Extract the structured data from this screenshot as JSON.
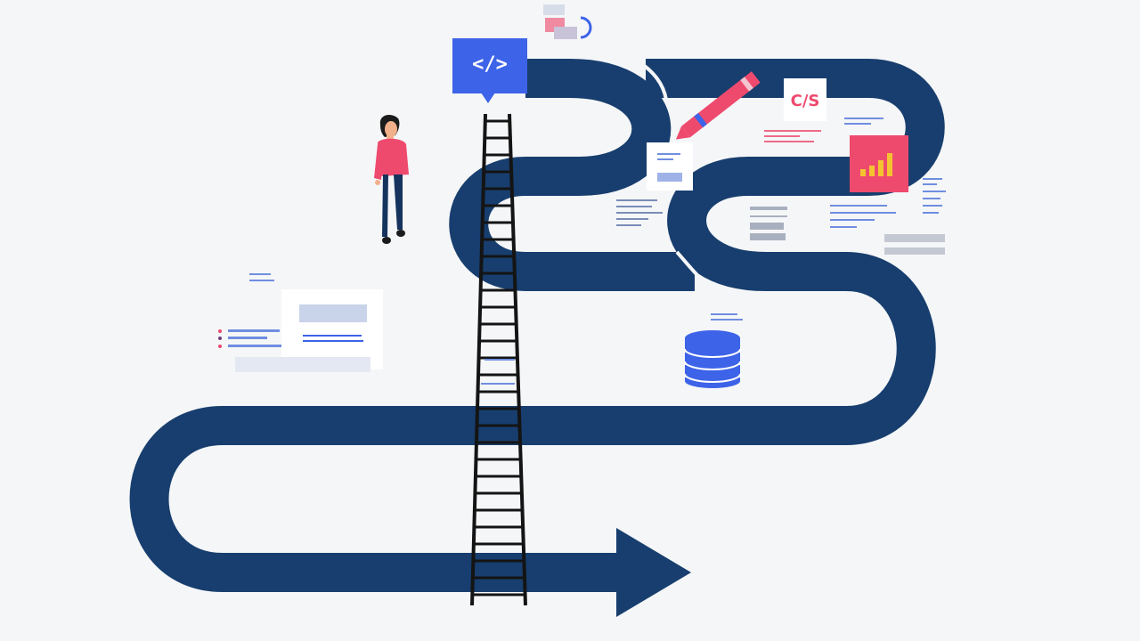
{
  "illustration": {
    "code_badge_text": "</>",
    "css_badge_text": "C/S"
  },
  "colors": {
    "background": "#f5f6f8",
    "road": "#173e6e",
    "ladder": "#141414",
    "blue_accent": "#3d63e8",
    "pink_accent": "#ee4a6e",
    "yellow_accent": "#f4c430"
  },
  "icons": [
    "code-icon",
    "pencil-icon",
    "css-icon",
    "bar-chart-icon",
    "database-icon",
    "document-icon",
    "person-figure",
    "ladder",
    "arrow-head"
  ]
}
